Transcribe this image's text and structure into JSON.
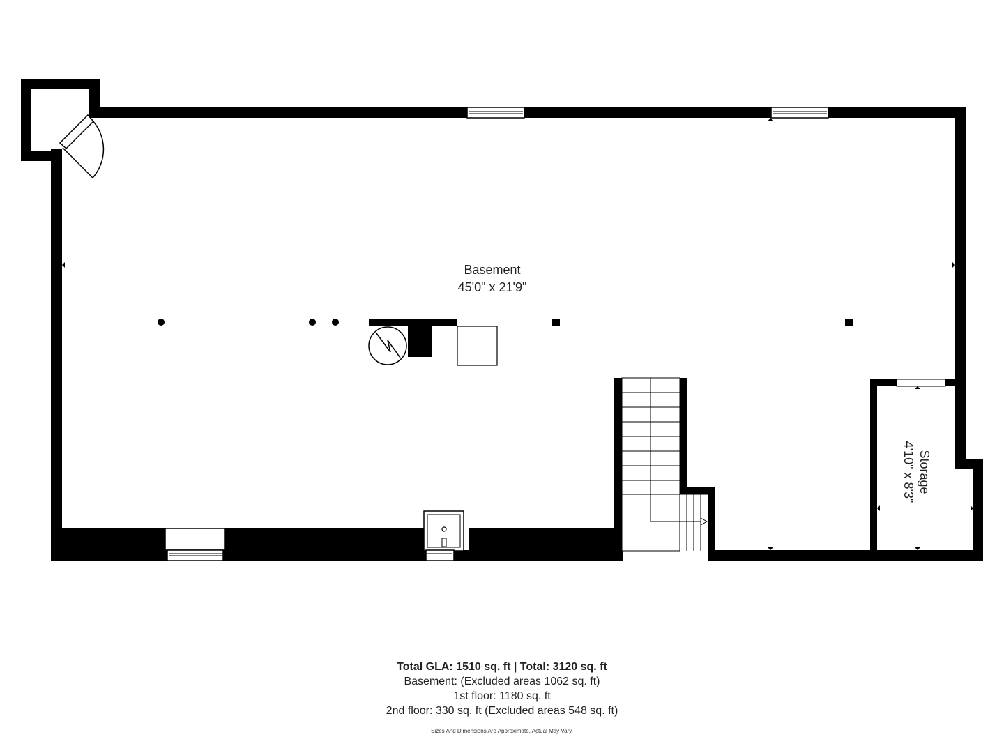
{
  "rooms": {
    "basement": {
      "name": "Basement",
      "dimensions": "45'0\" x 21'9\""
    },
    "storage": {
      "name": "Storage",
      "dimensions": "4'10\" x 8'3\""
    }
  },
  "summary": {
    "total": "Total GLA: 1510 sq. ft | Total: 3120 sq. ft",
    "basement": "Basement: (Excluded areas 1062 sq. ft)",
    "first_floor": "1st floor: 1180 sq. ft",
    "second_floor": "2nd floor: 330 sq. ft (Excluded areas 548 sq. ft)"
  },
  "disclaimer": "Sizes And Dimensions Are Approximate. Actual May Vary.",
  "colors": {
    "wall": "#000000",
    "background": "#ffffff"
  }
}
